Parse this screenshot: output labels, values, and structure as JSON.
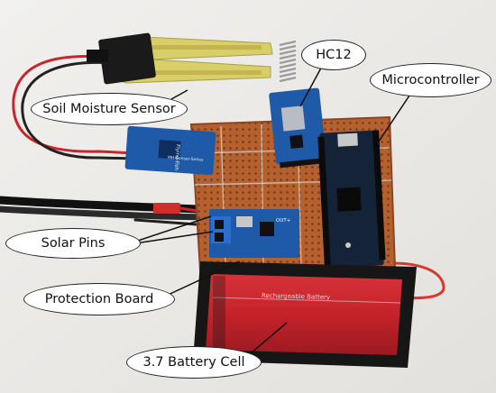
{
  "labels": {
    "hc12": "HC12",
    "microcontroller": "Microcontroller",
    "soil_moisture_sensor": "Soil Moisture Sensor",
    "solar_pins": "Solar Pins",
    "protection_board": "Protection Board",
    "battery_cell": "3.7 Battery Cell"
  },
  "component_text": {
    "sensor_module_text": "Flying-Fish",
    "sensor_module_subtext": "MH-Sensor-Series",
    "charger_out": "OUT+",
    "battery_text": "Rechargeable Battery"
  },
  "colors": {
    "background_wall": "#ecebe8",
    "perfboard": "#b5612f",
    "sensor_pcb": "#1f5aa8",
    "nano_pcb": "#152338",
    "battery_red": "#c4222a",
    "battery_holder": "#161616",
    "label_border": "#222222"
  }
}
